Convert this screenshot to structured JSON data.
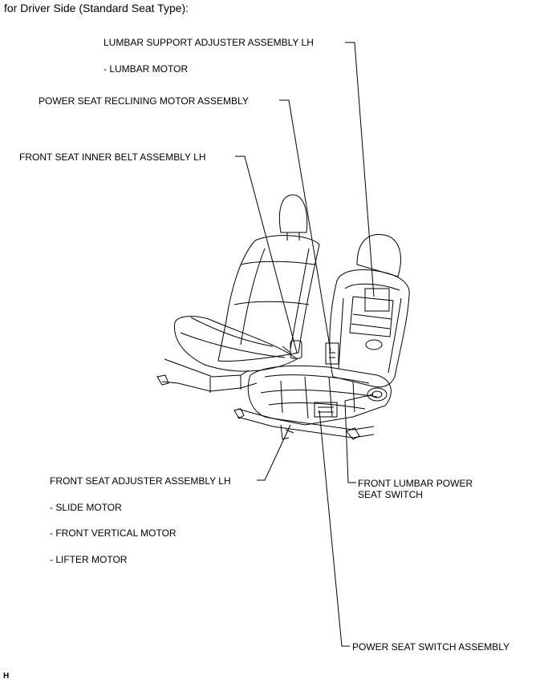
{
  "title": "for Driver Side (Standard Seat Type):",
  "labels": {
    "lumbar_adjuster": "LUMBAR SUPPORT ADJUSTER ASSEMBLY LH",
    "lumbar_motor": "- LUMBAR MOTOR",
    "reclining_motor": "POWER SEAT RECLINING MOTOR ASSEMBLY",
    "inner_belt": "FRONT SEAT INNER BELT ASSEMBLY LH",
    "seat_adjuster": "FRONT SEAT ADJUSTER ASSEMBLY LH",
    "slide_motor": "- SLIDE MOTOR",
    "front_vertical_motor": "- FRONT VERTICAL MOTOR",
    "lifter_motor": "- LIFTER MOTOR",
    "lumbar_switch_line1": "FRONT LUMBAR POWER",
    "lumbar_switch_line2": "SEAT SWITCH",
    "power_switch": "POWER SEAT SWITCH ASSEMBLY"
  },
  "figure_id": "H"
}
